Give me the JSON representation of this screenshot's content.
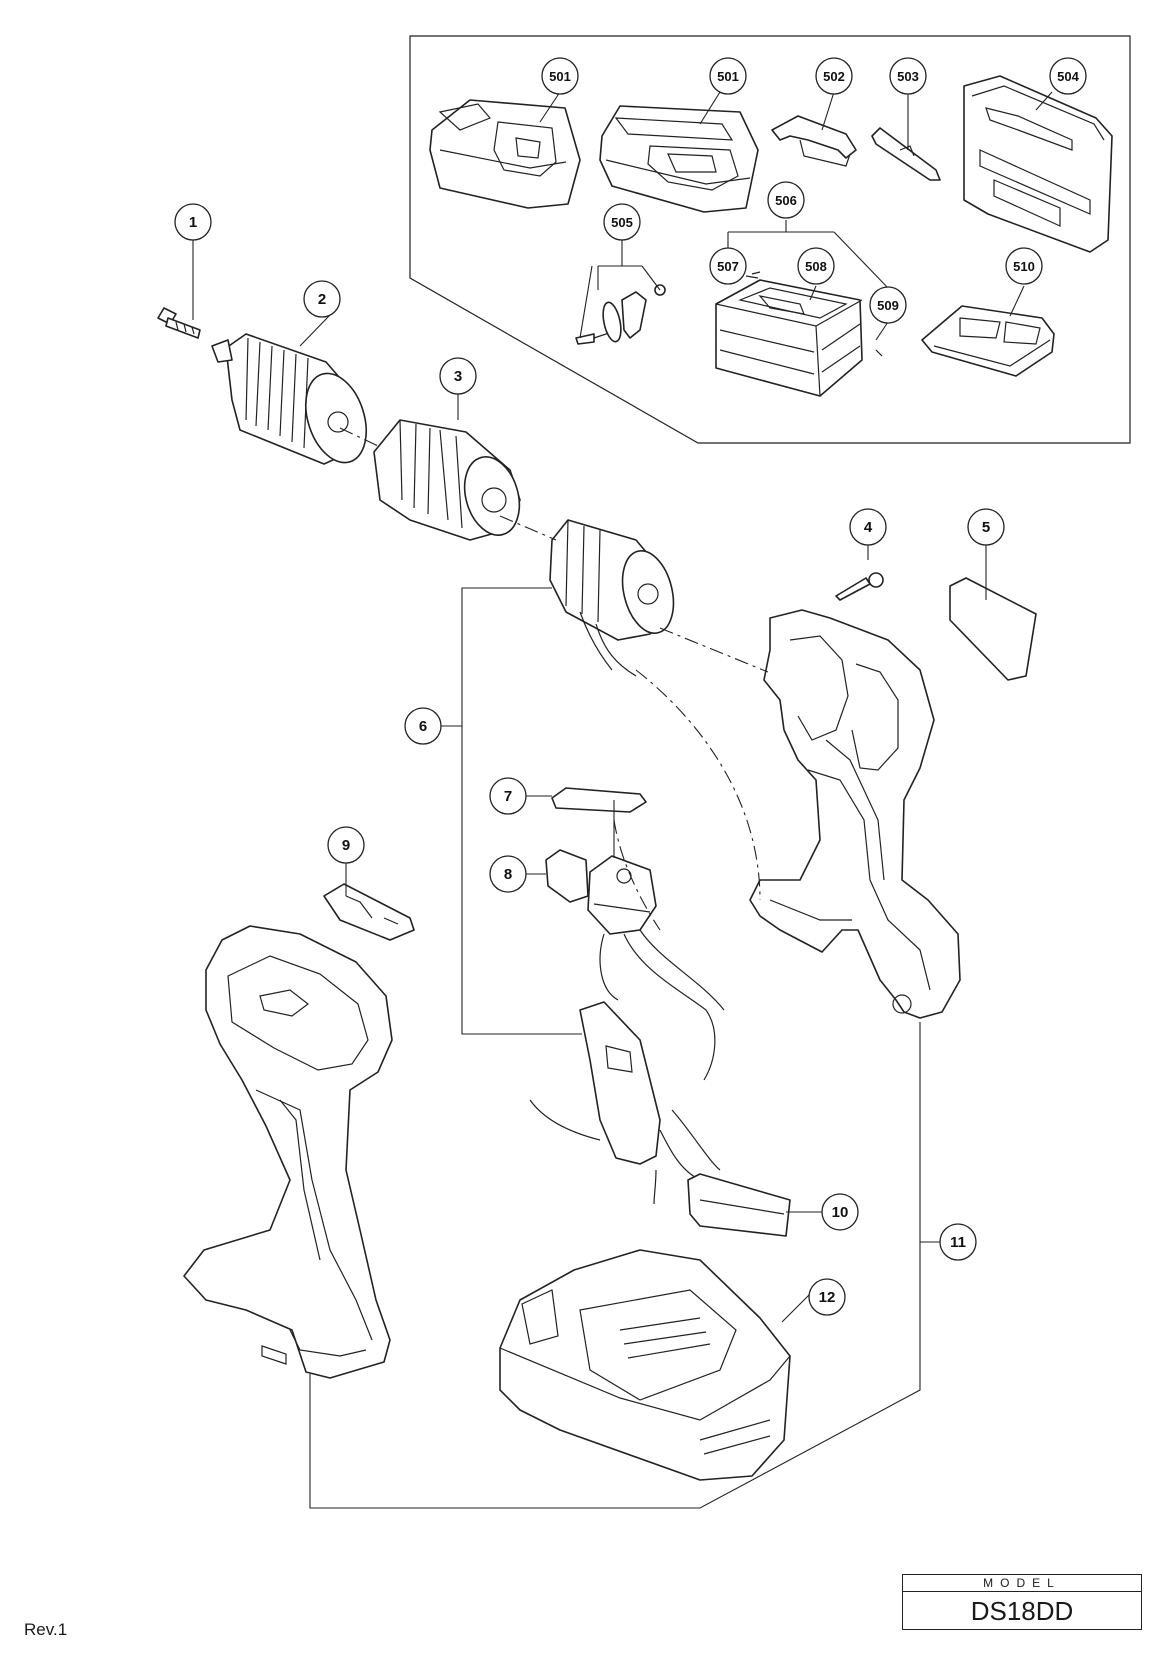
{
  "parts": [
    {
      "id": "1"
    },
    {
      "id": "2"
    },
    {
      "id": "3"
    },
    {
      "id": "4"
    },
    {
      "id": "5"
    },
    {
      "id": "6"
    },
    {
      "id": "7"
    },
    {
      "id": "8"
    },
    {
      "id": "9"
    },
    {
      "id": "10"
    },
    {
      "id": "11"
    },
    {
      "id": "12"
    },
    {
      "id": "501"
    },
    {
      "id": "501"
    },
    {
      "id": "502"
    },
    {
      "id": "503"
    },
    {
      "id": "504"
    },
    {
      "id": "505"
    },
    {
      "id": "506"
    },
    {
      "id": "507"
    },
    {
      "id": "508"
    },
    {
      "id": "509"
    },
    {
      "id": "510"
    }
  ],
  "model": {
    "label": "MODEL",
    "value": "DS18DD"
  },
  "revision": "Rev.1"
}
